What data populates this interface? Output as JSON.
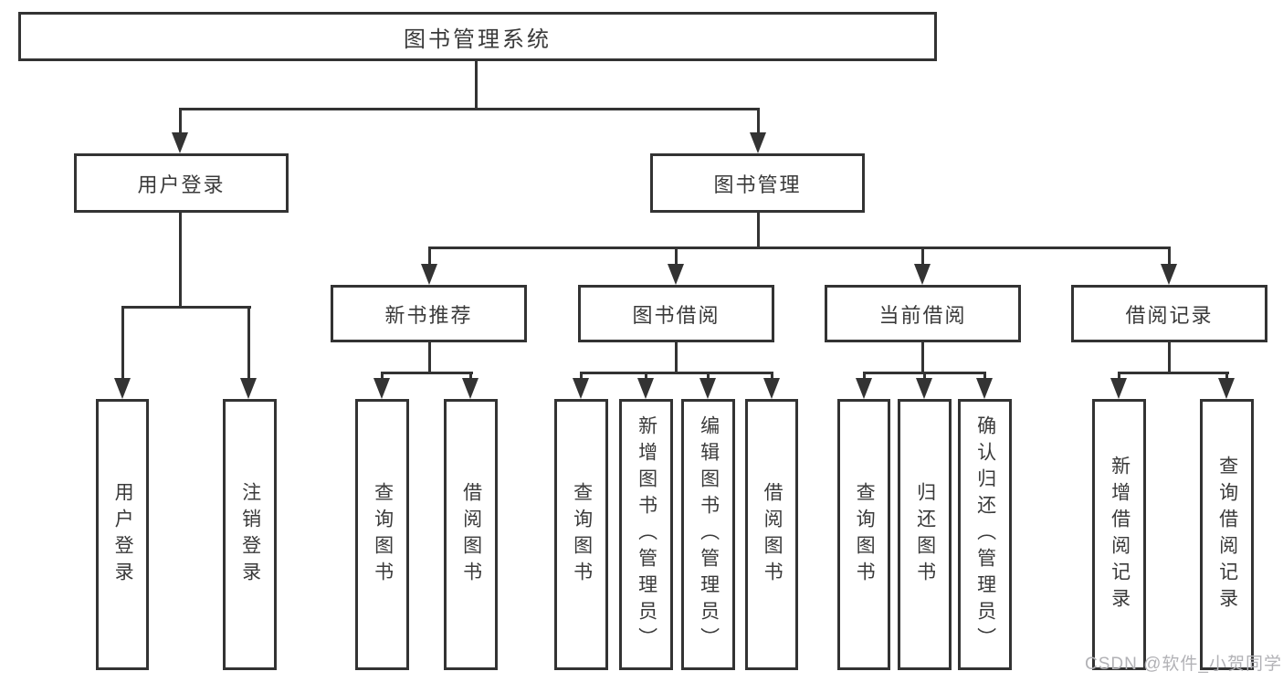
{
  "diagram": {
    "title": "图书管理系统",
    "watermark": "CSDN @软件_小贺同学",
    "colors": {
      "line": "#333333",
      "text": "#3a3a3a",
      "watermark": "#b2b2b6",
      "background": "#ffffff"
    },
    "tree": {
      "label": "图书管理系统",
      "children": [
        {
          "label": "用户登录",
          "children": [
            {
              "label": "用户登录"
            },
            {
              "label": "注销登录"
            }
          ]
        },
        {
          "label": "图书管理",
          "children": [
            {
              "label": "新书推荐",
              "children": [
                {
                  "label": "查询图书"
                },
                {
                  "label": "借阅图书"
                }
              ]
            },
            {
              "label": "图书借阅",
              "children": [
                {
                  "label": "查询图书"
                },
                {
                  "label": "新增图书（管理员）"
                },
                {
                  "label": "编辑图书（管理员）"
                },
                {
                  "label": "借阅图书"
                }
              ]
            },
            {
              "label": "当前借阅",
              "children": [
                {
                  "label": "查询图书"
                },
                {
                  "label": "归还图书"
                },
                {
                  "label": "确认归还（管理员）"
                }
              ]
            },
            {
              "label": "借阅记录",
              "children": [
                {
                  "label": "新增借阅记录"
                },
                {
                  "label": "查询借阅记录"
                }
              ]
            }
          ]
        }
      ]
    }
  }
}
